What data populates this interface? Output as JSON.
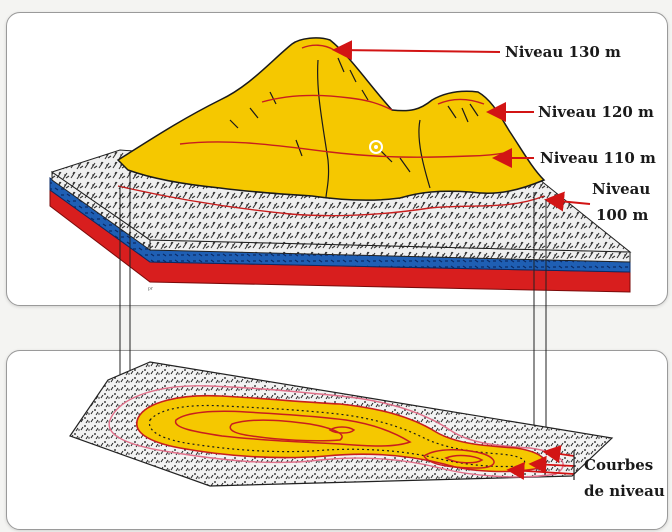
{
  "labels": {
    "level_130": "Niveau 130 m",
    "level_120": "Niveau 120 m",
    "level_110": "Niveau 110 m",
    "level_100_line1": "Niveau",
    "level_100_line2": "100 m",
    "contours_line1": "Courbes",
    "contours_line2": "de niveau"
  },
  "colors": {
    "terrain_yellow": "#f5c800",
    "terrain_dark_yellow": "#d9a400",
    "contour_red": "#c81e1e",
    "arrow_red": "#d21414",
    "water_blue": "#1f5fb4",
    "base_red": "#d81e1e",
    "rock_gray": "#e8e8e8"
  }
}
